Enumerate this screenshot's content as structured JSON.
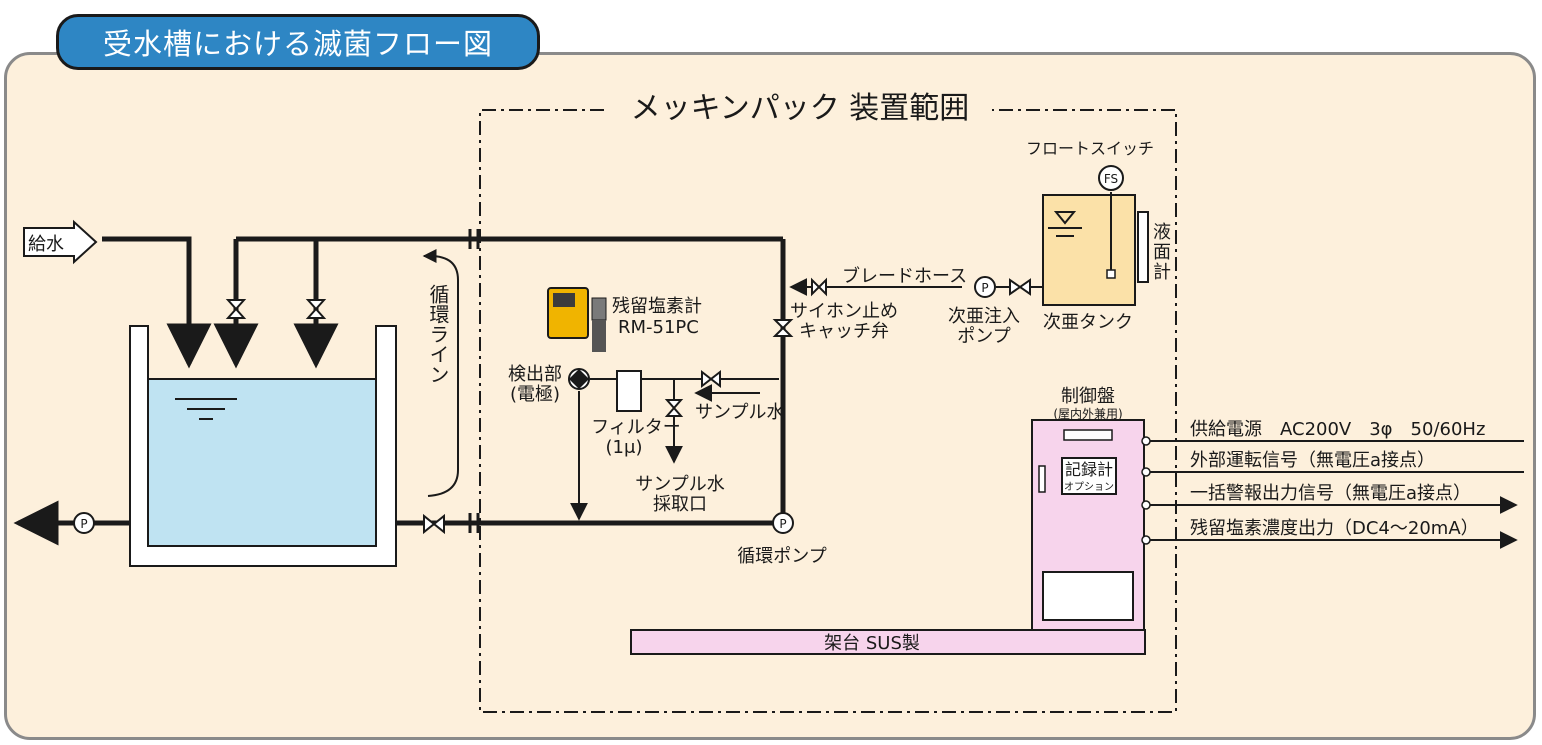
{
  "title": "受水槽における滅菌フロー図",
  "scope_label": "メッキンパック 装置範囲",
  "labels": {
    "water_supply": "給水",
    "circulation_line": "循環ライン",
    "residual_chlorine_meter": "残留塩素計",
    "model": "RM-51PC",
    "detector_1": "検出部",
    "detector_2": "(電極)",
    "filter_1": "フィルター",
    "filter_2": "(1μ)",
    "sample_water": "サンプル水",
    "sample_port_1": "サンプル水",
    "sample_port_2": "採取口",
    "circulation_pump": "循環ポンプ",
    "siphon_1": "サイホン止め",
    "siphon_2": "キャッチ弁",
    "braided_hose": "ブレードホース",
    "injection_pump_1": "次亜注入",
    "injection_pump_2": "ポンプ",
    "float_switch": "フロートスイッチ",
    "fs": "FS",
    "tank": "次亜タンク",
    "level_gauge_1": "液",
    "level_gauge_2": "面",
    "level_gauge_3": "計",
    "control_panel": "制御盤",
    "control_panel_sub": "(屋内外兼用)",
    "recorder": "記録計",
    "recorder_sub": "(オプション)",
    "stand": "架台 SUS製",
    "pump_p": "P"
  },
  "signals": [
    "供給電源　AC200V　3φ　50/60Hz",
    "外部運転信号（無電圧a接点）",
    "一括警報出力信号（無電圧a接点）",
    "残留塩素濃度出力（DC4～20mA）"
  ]
}
